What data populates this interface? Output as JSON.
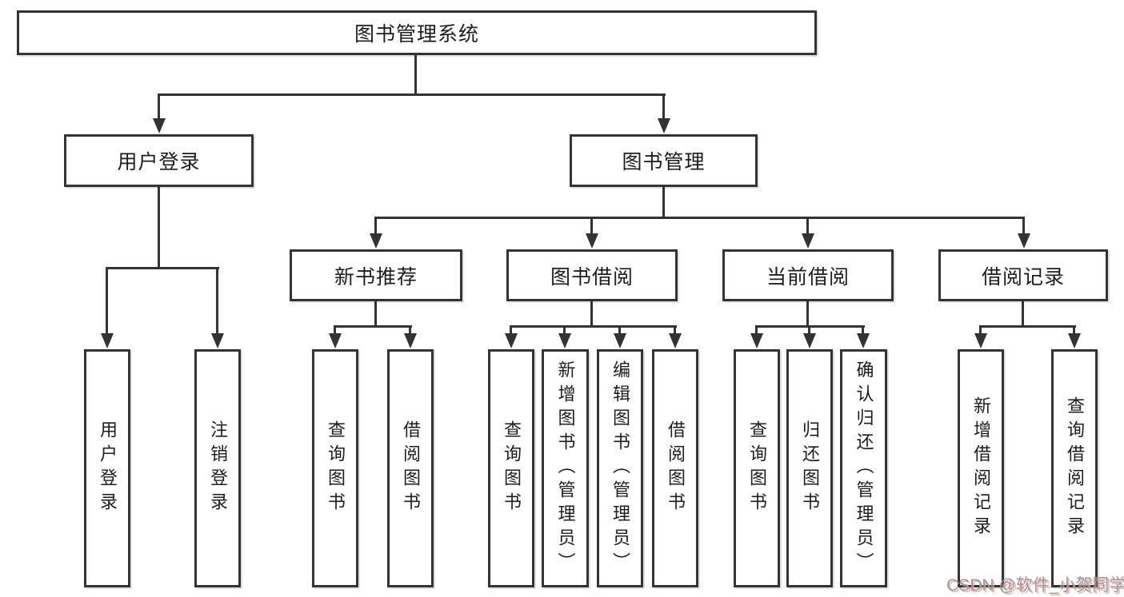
{
  "colors": {
    "background": "#ffffff",
    "box_border": "#333333",
    "box_fill": "#ffffff",
    "text": "#1d1d1f",
    "connector": "#333333",
    "watermark_text": "#9b9b9b",
    "watermark_shadow": "#eb9696"
  },
  "watermark": {
    "text": "CSDN @软件_小贺同学"
  },
  "tree": {
    "root": {
      "label": "图书管理系统",
      "children": [
        {
          "label": "用户登录",
          "children": [
            {
              "label": "用户登录"
            },
            {
              "label": "注销登录"
            }
          ]
        },
        {
          "label": "图书管理",
          "children": [
            {
              "label": "新书推荐",
              "children": [
                {
                  "label": "查询图书"
                },
                {
                  "label": "借阅图书"
                }
              ]
            },
            {
              "label": "图书借阅",
              "children": [
                {
                  "label": "查询图书"
                },
                {
                  "label": "新增图书（管理员）"
                },
                {
                  "label": "编辑图书（管理员）"
                },
                {
                  "label": "借阅图书"
                }
              ]
            },
            {
              "label": "当前借阅",
              "children": [
                {
                  "label": "查询图书"
                },
                {
                  "label": "归还图书"
                },
                {
                  "label": "确认归还（管理员）"
                }
              ]
            },
            {
              "label": "借阅记录",
              "children": [
                {
                  "label": "新增借阅记录"
                },
                {
                  "label": "查询借阅记录"
                }
              ]
            }
          ]
        }
      ]
    }
  }
}
